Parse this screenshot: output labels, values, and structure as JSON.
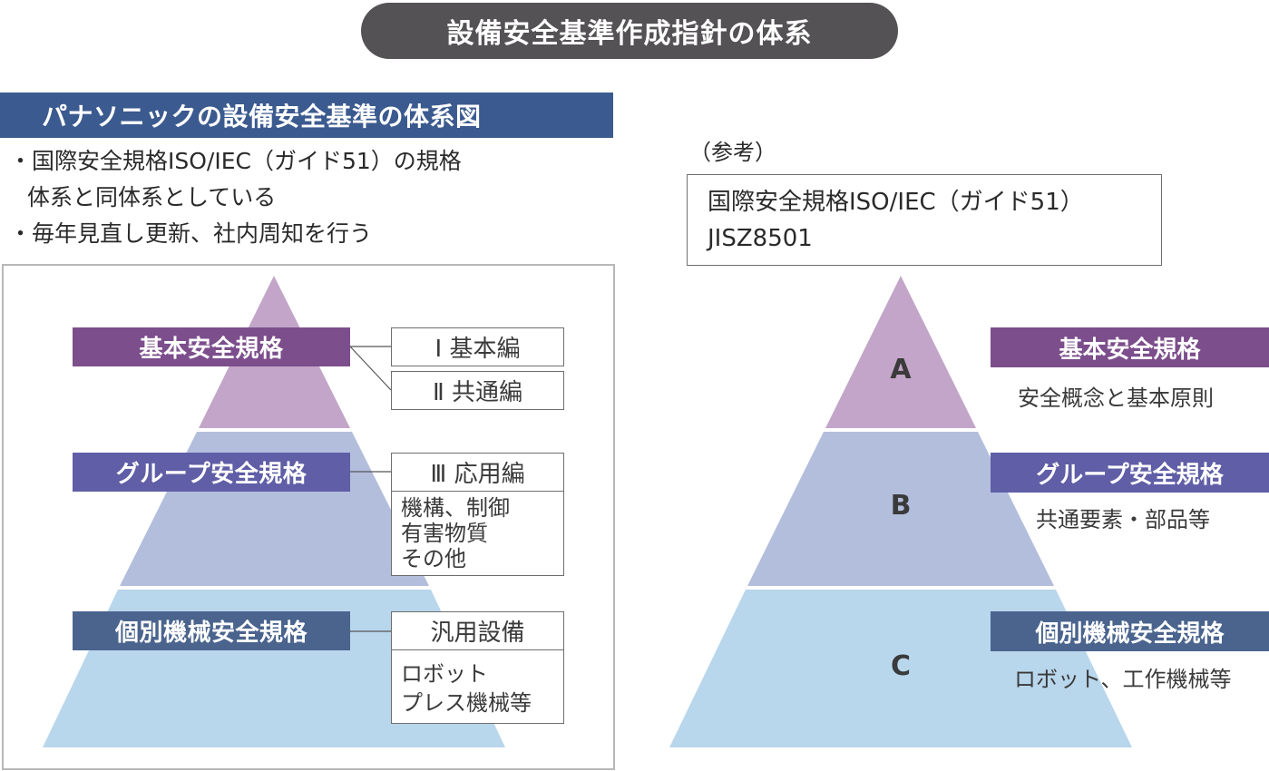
{
  "title": "設備安全基準作成指針の体系",
  "left": {
    "header": "パナソニックの設備安全基準の体系図",
    "bullets": [
      {
        "lines": [
          "・国際安全規格ISO/IEC（ガイド51）の規格",
          "体系と同体系としている"
        ]
      },
      {
        "lines": [
          "・毎年見直し更新、社内周知を行う"
        ]
      }
    ],
    "tiers": [
      {
        "label": "基本安全規格",
        "color": "#7c4e8c",
        "fill": "#c2a5c8",
        "boxes": [
          {
            "head": "Ⅰ 基本編"
          },
          {
            "head": "Ⅱ 共通編"
          }
        ]
      },
      {
        "label": "グループ安全規格",
        "color": "#5f5ea6",
        "fill": "#b3bedd",
        "boxes": [
          {
            "head": "Ⅲ 応用編",
            "body": [
              "機構、制御",
              "有害物質",
              "その他"
            ]
          }
        ]
      },
      {
        "label": "個別機械安全規格",
        "color": "#4a648e",
        "fill": "#b8d6ec",
        "boxes": [
          {
            "head": "汎用設備",
            "body": [
              "ロボット",
              "プレス機械等"
            ]
          }
        ]
      }
    ]
  },
  "right": {
    "reference_label": "（参考）",
    "reference_box": [
      "国際安全規格ISO/IEC（ガイド51）",
      "JISZ8501"
    ],
    "tiers": [
      {
        "letter": "A",
        "label": "基本安全規格",
        "desc": "安全概念と基本原則",
        "color": "#7c4e8c",
        "fill": "#c2a5c8"
      },
      {
        "letter": "B",
        "label": "グループ安全規格",
        "desc": "共通要素・部品等",
        "color": "#5f5ea6",
        "fill": "#b3bedd"
      },
      {
        "letter": "C",
        "label": "個別機械安全規格",
        "desc": "ロボット、工作機械等",
        "color": "#4a648e",
        "fill": "#b8d6ec"
      }
    ]
  },
  "colors": {
    "title_bg": "#545254",
    "header_bg": "#3b5a8f",
    "tier_a_label": "#7c4e8c",
    "tier_b_label": "#5f5ea6",
    "tier_c_label": "#4a648e",
    "tier_a_fill": "#c2a5c8",
    "tier_b_fill": "#b3bedd",
    "tier_c_fill": "#b8d6ec"
  }
}
